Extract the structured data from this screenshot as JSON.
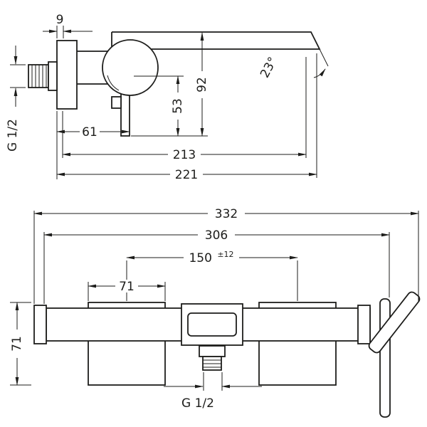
{
  "colors": {
    "line": "#1d1d1b",
    "background": "#ffffff"
  },
  "side_view": {
    "dim_escutcheon_depth": "9",
    "inlet_thread": "G 1/2",
    "dim_wall_to_outlet": "61",
    "dim_inlet_to_base": "53",
    "dim_spout_height": "92",
    "spout_angle": "23°",
    "dim_reach_spout": "213",
    "dim_reach_total": "221"
  },
  "front_view": {
    "dim_overall_width": "332",
    "dim_body_width": "306",
    "dim_connection_centers": "150",
    "dim_connection_tolerance": "±12",
    "dim_escutcheon_width": "71",
    "dim_escutcheon_height": "71",
    "outlet_thread": "G 1/2"
  }
}
